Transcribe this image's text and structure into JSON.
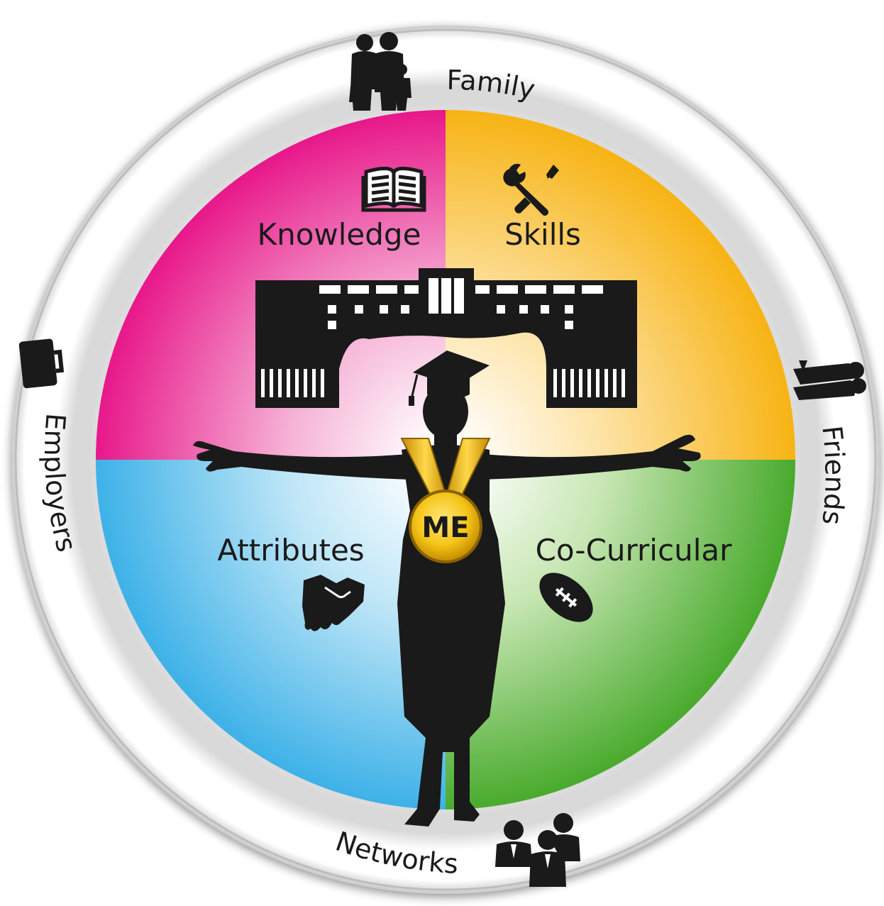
{
  "ring": {
    "top": "Family",
    "right": "Friends",
    "bottom": "Networks",
    "left": "Employers"
  },
  "quadrants": {
    "top_left": "Knowledge",
    "top_right": "Skills",
    "bottom_left": "Attributes",
    "bottom_right": "Co-Curricular"
  },
  "center": {
    "medal": "ME"
  },
  "icons": {
    "family": "family-icon",
    "friends": "friends-icon",
    "networks": "networks-icon",
    "employers": "briefcase-icon",
    "knowledge": "book-icon",
    "skills": "tools-icon",
    "attributes": "handshake-icon",
    "co_curricular": "football-icon",
    "building": "university-building-icon",
    "graduate": "graduate-silhouette"
  },
  "colors": {
    "knowledge": "#e8198b",
    "skills": "#f7b416",
    "attributes": "#3fb2e8",
    "co_curricular": "#4aab2e",
    "medal": "#f5c518",
    "silhouette": "#1a1a1a"
  }
}
